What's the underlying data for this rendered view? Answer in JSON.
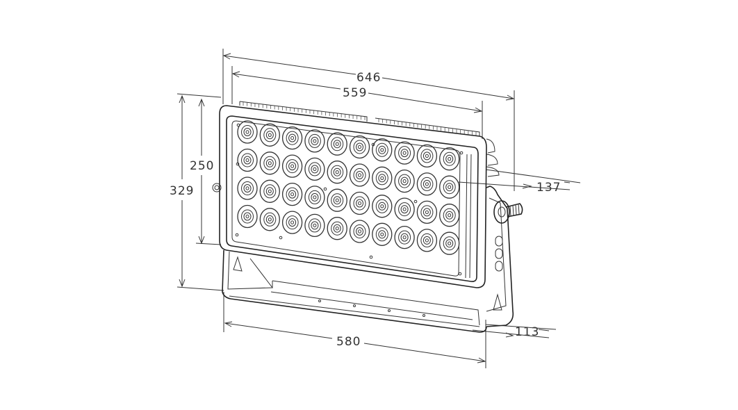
{
  "dimensions": {
    "overall_width": "646",
    "frame_width": "559",
    "frame_height": "250",
    "overall_height": "329",
    "depth_top": "137",
    "base_width": "580",
    "depth_base": "113"
  },
  "led_grid": {
    "rows": 4,
    "cols": 10
  },
  "colors": {
    "line": "#333333",
    "background": "#ffffff"
  }
}
